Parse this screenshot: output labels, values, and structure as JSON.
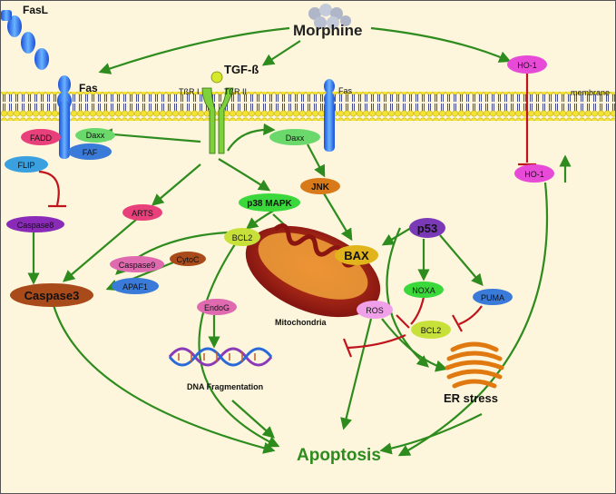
{
  "title": "Morphine",
  "outcome": "Apoptosis",
  "membrane_label": "membrane",
  "receptors": {
    "fasl": "FasL",
    "fas_left": "Fas",
    "fas_right": "Fas",
    "tgf": "TGF-ß",
    "tbr1": "TßR I",
    "tbr2": "TßR II"
  },
  "nodes": {
    "fadd": "FADD",
    "daxx_left": "Daxx",
    "faf": "FAF",
    "flip": "FLIP",
    "caspase8": "Caspase8",
    "caspase3": "Caspase3",
    "arts": "ARTS",
    "p38": "p38 MAPK",
    "daxx_right": "Daxx",
    "jnk": "JNK",
    "bcl2_top": "BCL2",
    "caspase9": "Caspase9",
    "cytoc": "CytoC",
    "apaf1": "APAF1",
    "endog": "EndoG",
    "bax": "BAX",
    "p53": "p53",
    "noxa": "NOXA",
    "puma": "PUMA",
    "ros": "ROS",
    "bcl2_right": "BCL2",
    "ho1_top": "HO-1",
    "ho1_bottom": "HO-1"
  },
  "structures": {
    "mitochondria": "Mitochondria",
    "dna": "DNA Fragmentation",
    "er": "ER stress"
  },
  "colors": {
    "arrow": "#2e8b1e",
    "inhibit": "#c0141c",
    "background": "#fdf6dc",
    "membrane": "#f2e233",
    "apoptosis": "#2e8b1e"
  }
}
